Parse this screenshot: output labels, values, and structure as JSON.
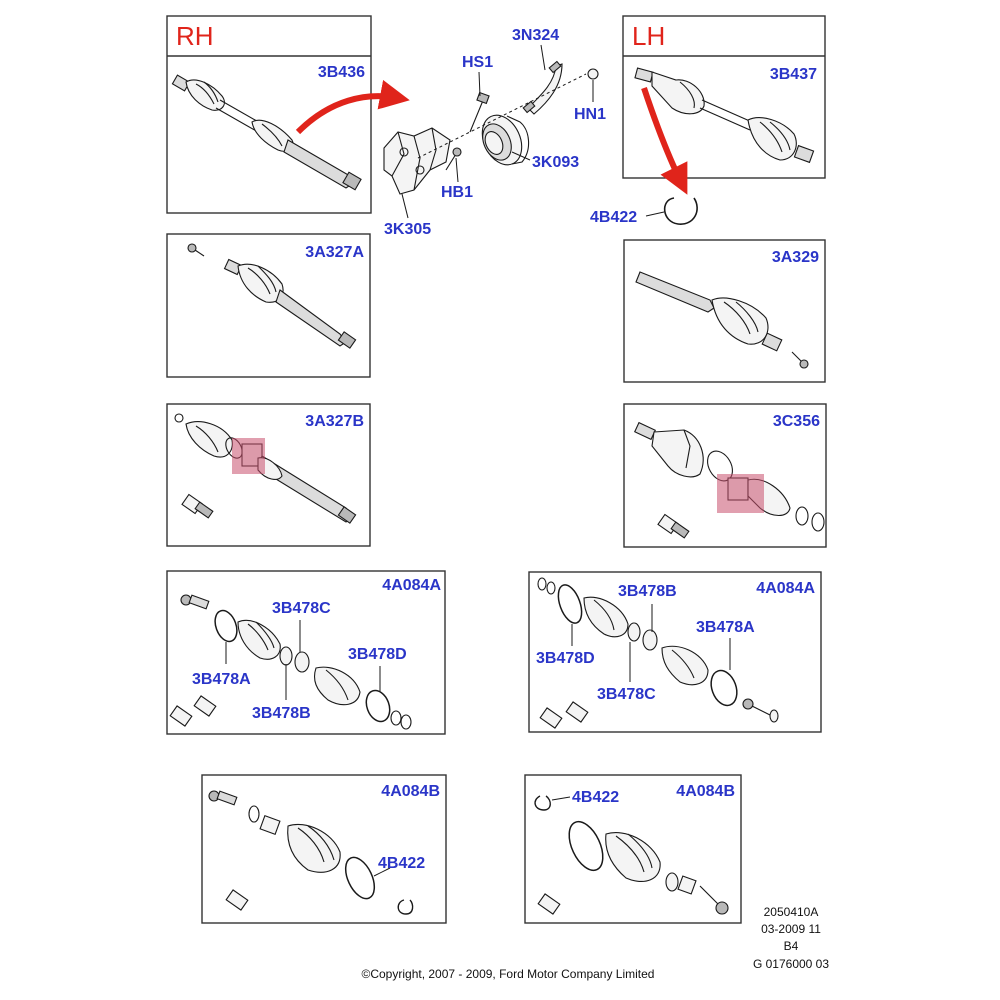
{
  "colors": {
    "part_number": "#2a35c8",
    "side_header": "#e0241b",
    "arrow": "#e0241b",
    "highlight": "#c8506e"
  },
  "headers": {
    "rh": "RH",
    "lh": "LH"
  },
  "panels": {
    "rh_shaft": "3B436",
    "lh_shaft": "3B437",
    "rh_inner": "3A327A",
    "lh_inner": "3A329",
    "rh_outer_joint": "3A327B",
    "lh_outer_joint": "3C356",
    "rh_boot_kit": "4A084A",
    "lh_boot_kit": "4A084A",
    "rh_boot_kit_b": "4A084B",
    "lh_boot_kit_b": "4A084B"
  },
  "bearing_assembly": {
    "hs1": "HS1",
    "n324": "3N324",
    "hn1": "HN1",
    "k093": "3K093",
    "hb1": "HB1",
    "k305": "3K305"
  },
  "callouts": {
    "lh_circlip": "4B422",
    "rh_kit_c": "3B478C",
    "rh_kit_a": "3B478A",
    "rh_kit_d": "3B478D",
    "rh_kit_b": "3B478B",
    "lh_kit_b": "3B478B",
    "lh_kit_d": "3B478D",
    "lh_kit_a": "3B478A",
    "lh_kit_c": "3B478C",
    "rh_b_clip": "4B422",
    "lh_b_clip": "4B422"
  },
  "footer": {
    "drawing_no": "2050410A",
    "date": "03-2009 11",
    "code": "B4",
    "catalog_no": "G 0176000 03",
    "copyright": "©Copyright, 2007 - 2009, Ford Motor Company Limited"
  }
}
